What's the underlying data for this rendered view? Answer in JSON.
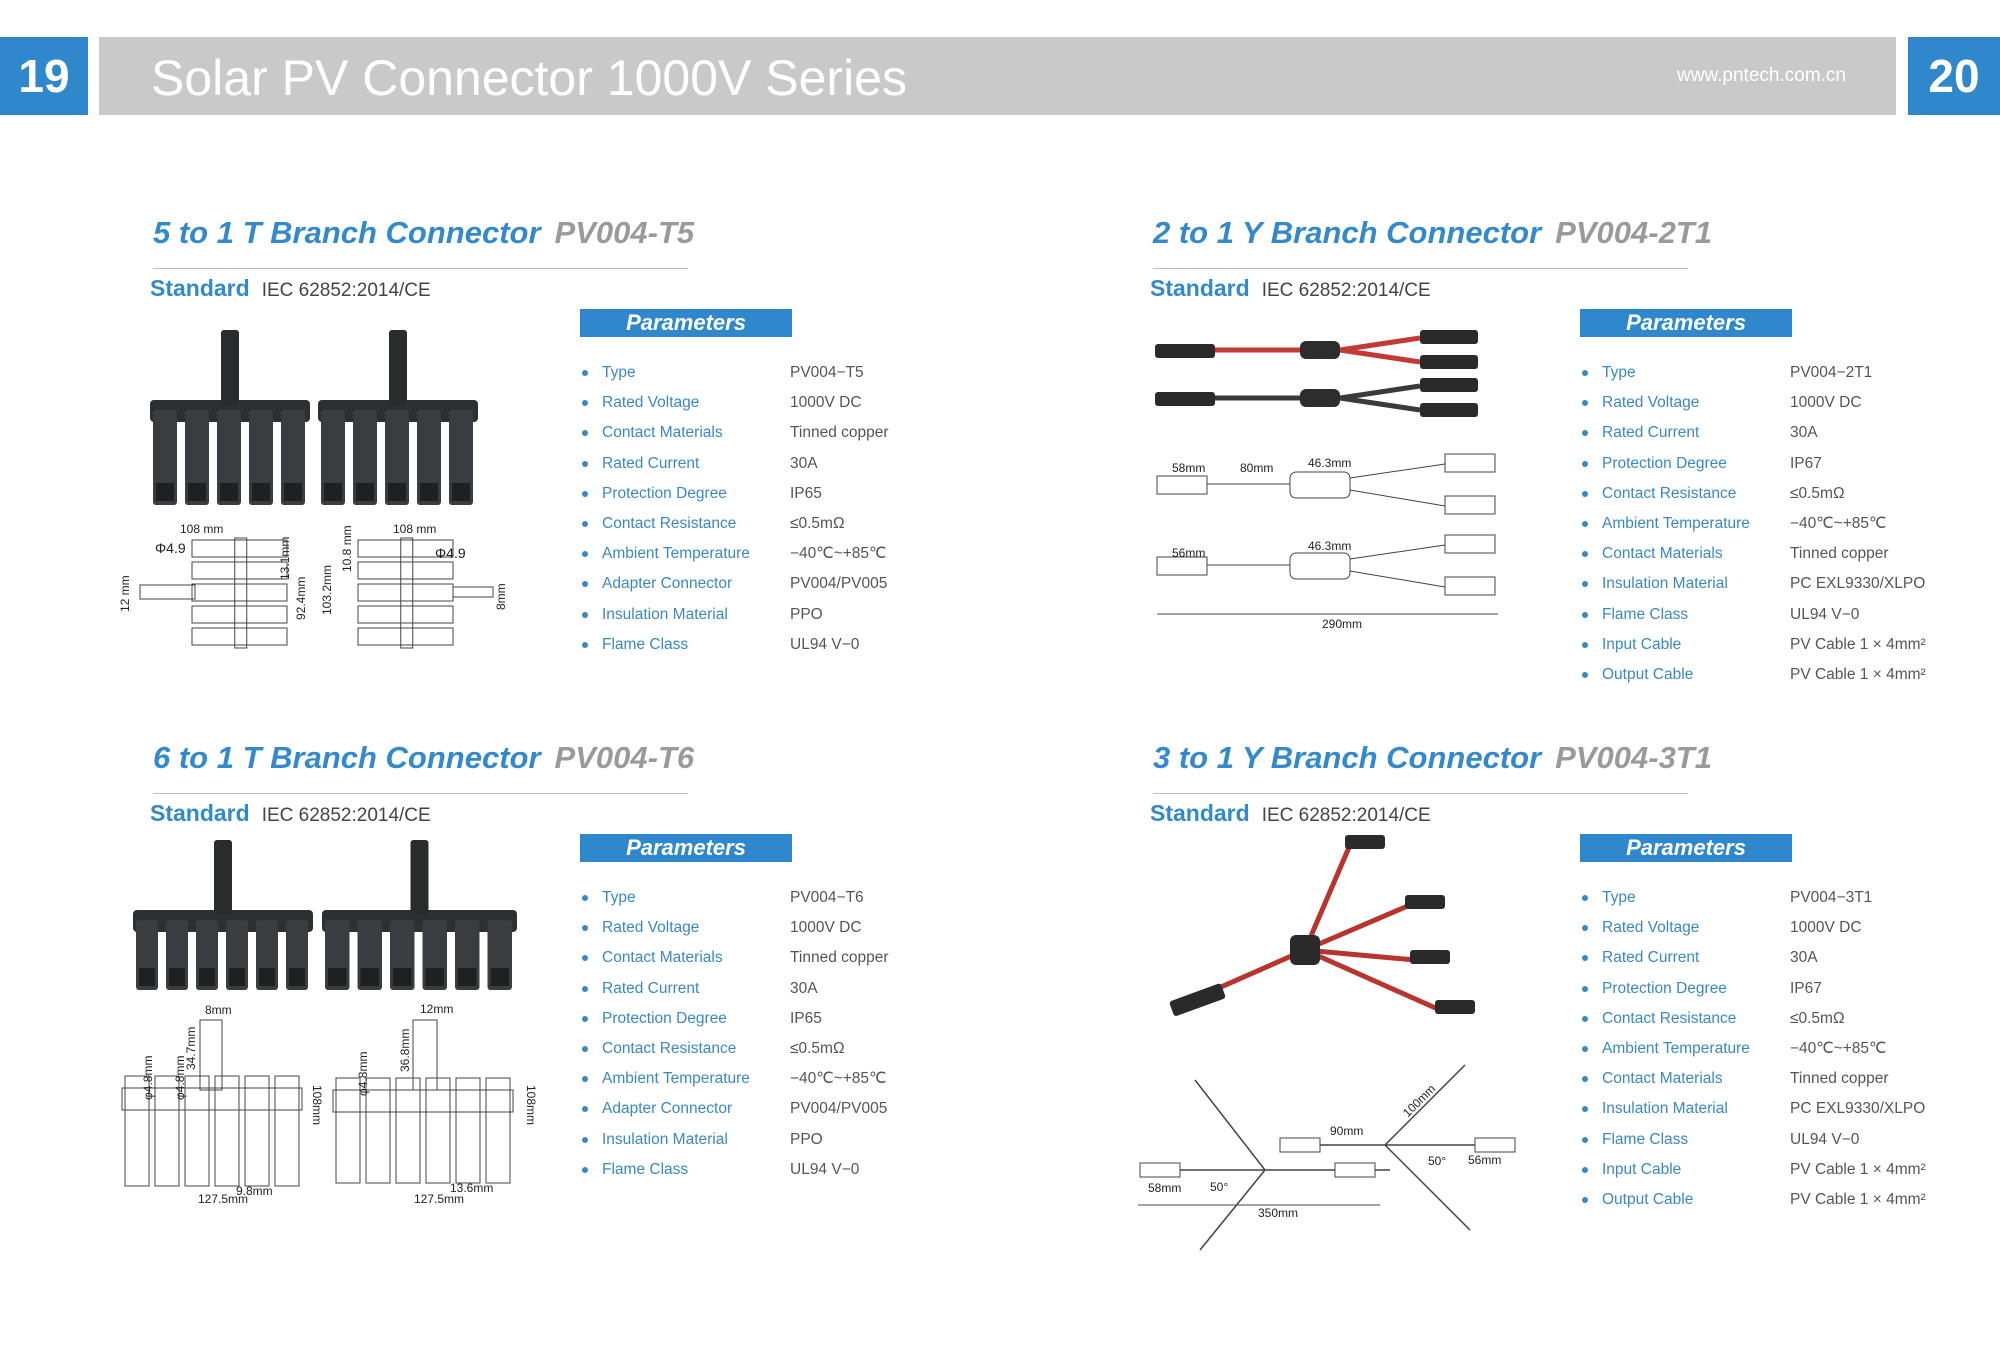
{
  "header": {
    "page_left": "19",
    "page_right": "20",
    "title": "Solar PV Connector 1000V Series",
    "url": "www.pntech.com.cn"
  },
  "colors": {
    "accent": "#2f88cc",
    "header_bar": "#c9c9c9",
    "code_gray": "#9a9a9a",
    "label_blue": "#3a88c4"
  },
  "sections": [
    {
      "title": "5 to 1 T Branch Connector",
      "code": "PV004-T5",
      "standard_label": "Standard",
      "standard_value": "IEC 62852:2014/CE",
      "params_title": "Parameters",
      "params": [
        {
          "label": "Type",
          "value": "PV004−T5"
        },
        {
          "label": "Rated Voltage",
          "value": "1000V DC"
        },
        {
          "label": "Contact Materials",
          "value": "Tinned copper"
        },
        {
          "label": "Rated Current",
          "value": "30A"
        },
        {
          "label": "Protection Degree",
          "value": "IP65"
        },
        {
          "label": "Contact Resistance",
          "value": "≤0.5mΩ"
        },
        {
          "label": "Ambient Temperature",
          "value": "−40℃~+85℃"
        },
        {
          "label": "Adapter Connector",
          "value": "PV004/PV005"
        },
        {
          "label": "Insulation Material",
          "value": "PPO"
        },
        {
          "label": "Flame Class",
          "value": "UL94 V−0"
        }
      ],
      "dimensions": [
        "108 mm",
        "108 mm",
        "Φ4.9",
        "Φ4.9",
        "12 mm",
        "13.1mm",
        "92.4mm",
        "103.2mm",
        "10.8 mm",
        "8mm"
      ]
    },
    {
      "title": "2 to 1 Y Branch Connector",
      "code": "PV004-2T1",
      "standard_label": "Standard",
      "standard_value": "IEC 62852:2014/CE",
      "params_title": "Parameters",
      "params": [
        {
          "label": "Type",
          "value": "PV004−2T1"
        },
        {
          "label": "Rated Voltage",
          "value": "1000V DC"
        },
        {
          "label": "Rated Current",
          "value": "30A"
        },
        {
          "label": "Protection Degree",
          "value": "IP67"
        },
        {
          "label": "Contact Resistance",
          "value": "≤0.5mΩ"
        },
        {
          "label": "Ambient Temperature",
          "value": "−40℃~+85℃"
        },
        {
          "label": "Contact Materials",
          "value": "Tinned copper"
        },
        {
          "label": "Insulation Material",
          "value": "PC EXL9330/XLPO"
        },
        {
          "label": "Flame Class",
          "value": "UL94 V−0"
        },
        {
          "label": "Input Cable",
          "value": "PV Cable 1 × 4mm²"
        },
        {
          "label": "Output Cable",
          "value": "PV Cable 1 × 4mm²"
        }
      ],
      "dimensions": [
        "58mm",
        "80mm",
        "46.3mm",
        "56mm",
        "46.3mm",
        "290mm"
      ]
    },
    {
      "title": "6 to 1 T Branch Connector",
      "code": "PV004-T6",
      "standard_label": "Standard",
      "standard_value": "IEC 62852:2014/CE",
      "params_title": "Parameters",
      "params": [
        {
          "label": "Type",
          "value": "PV004−T6"
        },
        {
          "label": "Rated Voltage",
          "value": "1000V DC"
        },
        {
          "label": "Contact Materials",
          "value": "Tinned copper"
        },
        {
          "label": "Rated Current",
          "value": "30A"
        },
        {
          "label": "Protection Degree",
          "value": "IP65"
        },
        {
          "label": "Contact Resistance",
          "value": "≤0.5mΩ"
        },
        {
          "label": "Ambient Temperature",
          "value": "−40℃~+85℃"
        },
        {
          "label": "Adapter Connector",
          "value": "PV004/PV005"
        },
        {
          "label": "Insulation Material",
          "value": "PPO"
        },
        {
          "label": "Flame Class",
          "value": "UL94 V−0"
        }
      ],
      "dimensions": [
        "8mm",
        "34.7mm",
        "φ4.8mm",
        "φ4.8mm",
        "108mm",
        "9.8mm",
        "127.5mm",
        "12mm",
        "36.8mm",
        "φ4.8mm",
        "108mm",
        "13.6mm",
        "127.5mm"
      ]
    },
    {
      "title": "3 to 1 Y Branch Connector",
      "code": "PV004-3T1",
      "standard_label": "Standard",
      "standard_value": "IEC 62852:2014/CE",
      "params_title": "Parameters",
      "params": [
        {
          "label": "Type",
          "value": "PV004−3T1"
        },
        {
          "label": "Rated Voltage",
          "value": "1000V DC"
        },
        {
          "label": "Rated Current",
          "value": "30A"
        },
        {
          "label": "Protection Degree",
          "value": "IP67"
        },
        {
          "label": "Contact Resistance",
          "value": "≤0.5mΩ"
        },
        {
          "label": "Ambient Temperature",
          "value": "−40℃~+85℃"
        },
        {
          "label": "Contact Materials",
          "value": "Tinned copper"
        },
        {
          "label": "Insulation Material",
          "value": "PC EXL9330/XLPO"
        },
        {
          "label": "Flame Class",
          "value": "UL94 V−0"
        },
        {
          "label": "Input Cable",
          "value": "PV Cable 1 × 4mm²"
        },
        {
          "label": "Output Cable",
          "value": "PV Cable 1 × 4mm²"
        }
      ],
      "dimensions": [
        "100mm",
        "90mm",
        "50°",
        "56mm",
        "58mm",
        "50°",
        "350mm"
      ]
    }
  ]
}
